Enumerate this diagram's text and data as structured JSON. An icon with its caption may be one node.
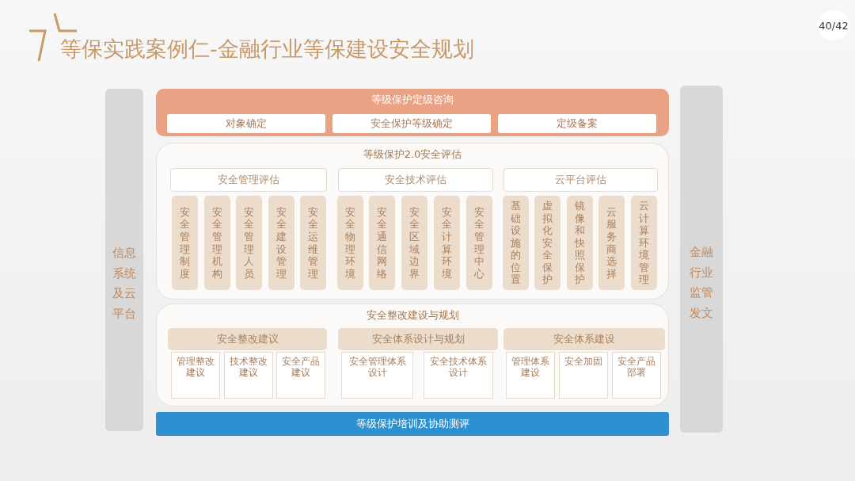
{
  "diagram": {
    "title": "等保实践案例仁-金融行业等保建设安全规划",
    "nodes": [
      {
        "text": [
          "信息系统及云平台"
        ]
      },
      {
        "text": [
          "等级保护定级咨询"
        ]
      },
      {
        "text": [
          "对象确定"
        ],
        "in": 1
      },
      {
        "text": [
          "安全保护等级确定"
        ],
        "in": 1
      },
      {
        "text": [
          "定级备案"
        ],
        "in": 1
      },
      {
        "text": [
          "等级保护2.0安全评估"
        ]
      },
      {
        "text": [
          "安全管理评估"
        ],
        "in": 5
      },
      {
        "text": [
          "安全技术评估"
        ],
        "in": 5
      },
      {
        "text": [
          "云平台评估"
        ],
        "in": 5
      },
      {
        "text": [
          "安全管理制度"
        ],
        "in": 5
      },
      {
        "text": [
          "安全管理机构"
        ],
        "in": 5
      },
      {
        "text": [
          "安全管理人员"
        ],
        "in": 5
      },
      {
        "text": [
          "安全建设管理"
        ],
        "in": 5
      },
      {
        "text": [
          "安全运维管理"
        ],
        "in": 5
      },
      {
        "text": [
          "安全物理环境"
        ],
        "in": 5
      },
      {
        "text": [
          "安全通信网络"
        ],
        "in": 5
      },
      {
        "text": [
          "安全区域边界"
        ],
        "in": 5
      },
      {
        "text": [
          "安全计算环境"
        ],
        "in": 5
      },
      {
        "text": [
          "安全管理中心"
        ],
        "in": 5
      },
      {
        "text": [
          "基础设施的位置"
        ],
        "in": 5
      },
      {
        "text": [
          "虚拟化安全保护"
        ],
        "in": 5
      },
      {
        "text": [
          "镜像和快照保护"
        ],
        "in": 5
      },
      {
        "text": [
          "云服务商选择"
        ],
        "in": 5
      },
      {
        "text": [
          "云计算环境管理"
        ],
        "in": 5
      },
      {
        "text": [
          "安全整改建设与规划"
        ]
      },
      {
        "text": [
          "安全整改建议"
        ],
        "in": 24
      },
      {
        "text": [
          "管理整改建议"
        ],
        "in": 24
      },
      {
        "text": [
          "技术整改建议"
        ],
        "in": 24
      },
      {
        "text": [
          "安全产品建议"
        ],
        "in": 24
      },
      {
        "text": [
          "安全体系设计与规划"
        ],
        "in": 24
      },
      {
        "text": [
          "安全管理体系设计"
        ],
        "in": 24
      },
      {
        "text": [
          "安全技术体系设计"
        ],
        "in": 24
      },
      {
        "text": [
          "安全体系建设"
        ],
        "in": 24
      },
      {
        "text": [
          "管理体系建设"
        ],
        "in": 24
      },
      {
        "text": [
          "安全加固"
        ],
        "in": 24
      },
      {
        "text": [
          "安全产品部署"
        ],
        "in": 24
      },
      {
        "text": [
          "等级保护培训及协助测评"
        ]
      },
      {
        "text": [
          "金融行业监管发文"
        ]
      }
    ],
    "labels": [
      "40/42"
    ]
  }
}
